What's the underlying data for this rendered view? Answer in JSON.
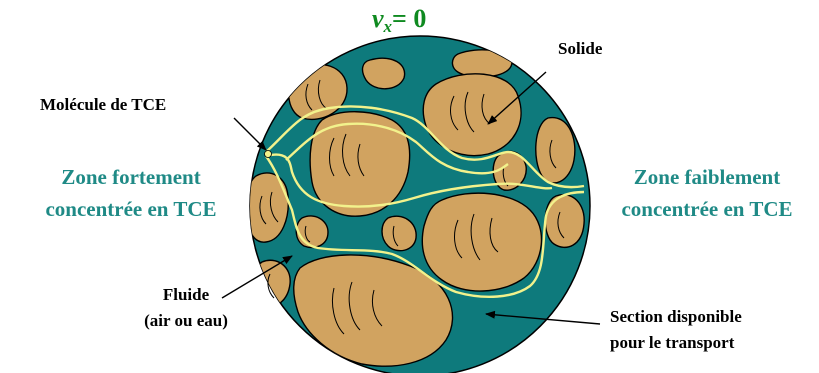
{
  "velocity": {
    "symbol": "v",
    "subscript": "x",
    "rest": "= 0"
  },
  "labels": {
    "solid": "Solide",
    "molecule": "Molécule de TCE",
    "fluid_line1": "Fluide",
    "fluid_line2": "(air ou eau)",
    "section_line1": "Section disponible",
    "section_line2": "pour le transport",
    "zone_high_line1": "Zone fortement",
    "zone_high_line2": "concentrée en TCE",
    "zone_low_line1": "Zone faiblement",
    "zone_low_line2": "concentrée en TCE"
  },
  "colors": {
    "fluid": "#0e7a7c",
    "grain": "#d1a360",
    "grain_stroke": "#000000",
    "pathline": "#f2f28c",
    "zone_text": "#1f8a86",
    "velocity_text": "#0f8a20"
  }
}
